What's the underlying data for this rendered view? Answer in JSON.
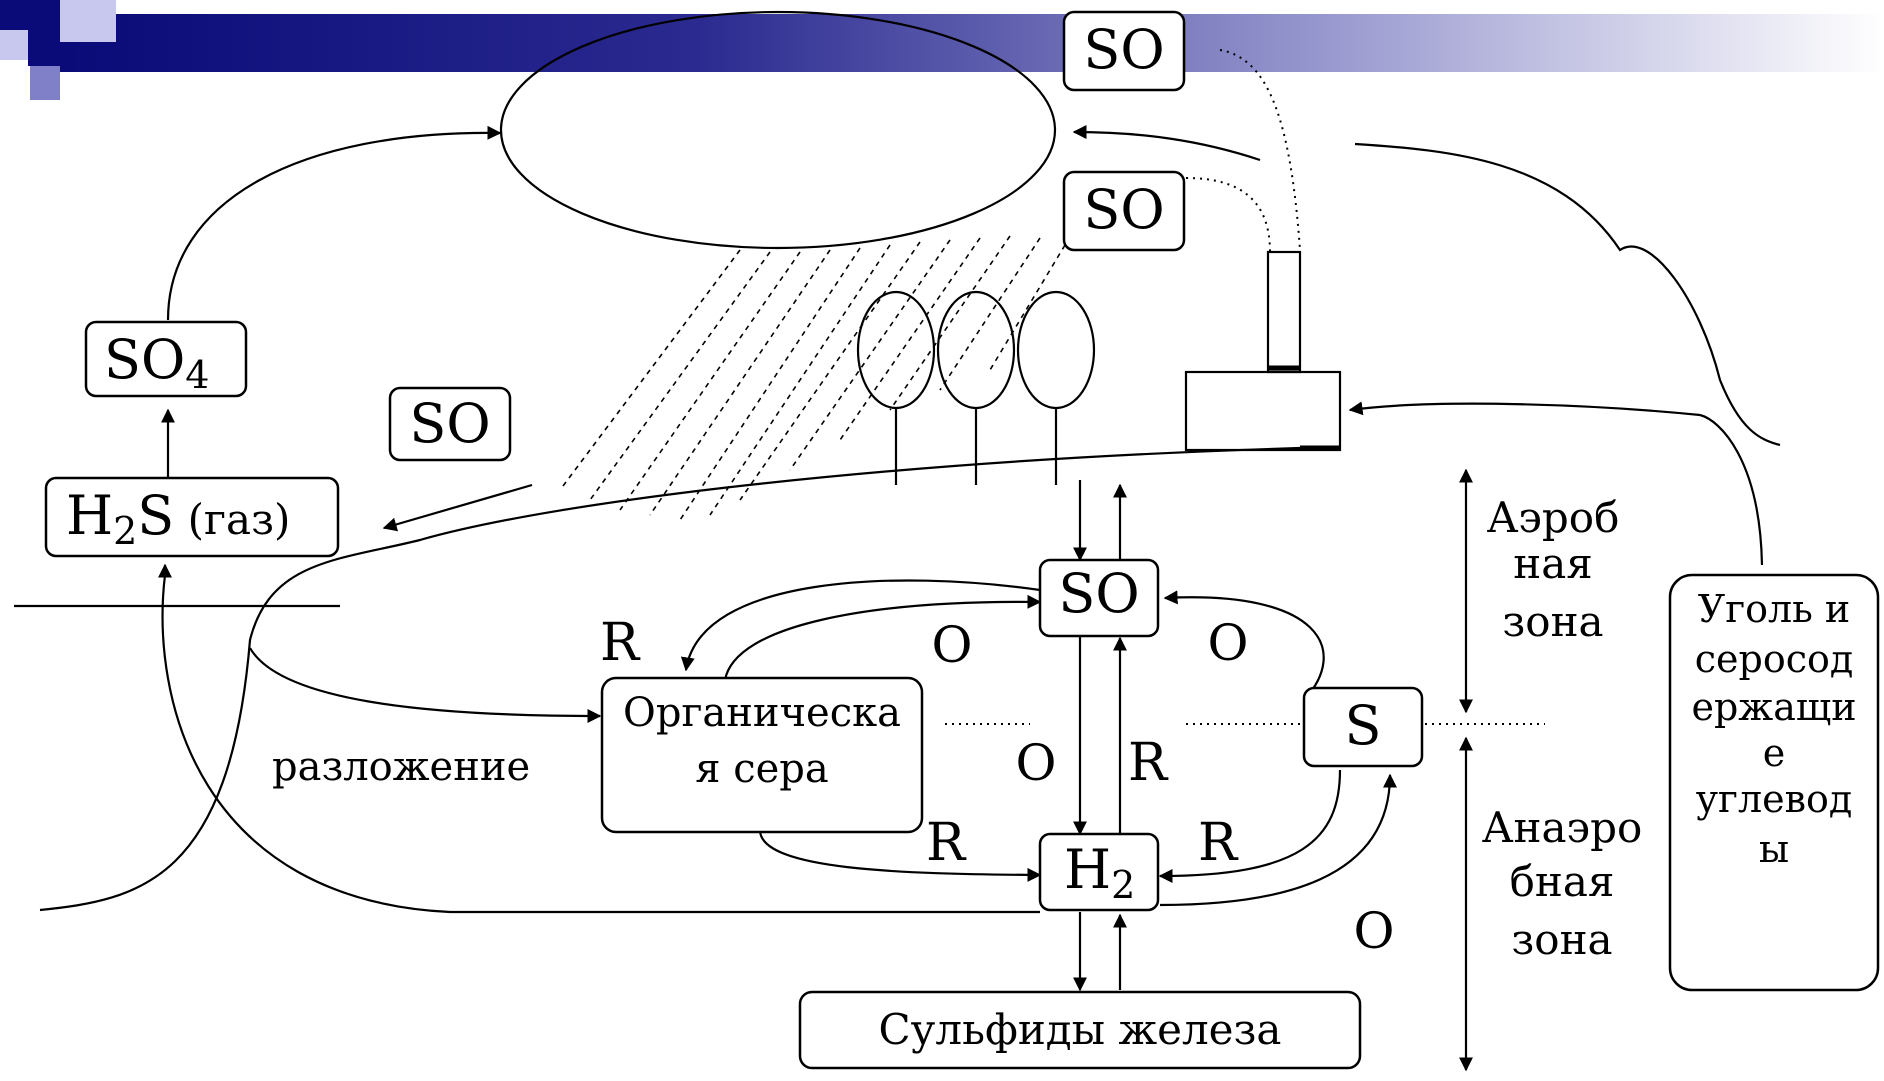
{
  "header": {
    "colors": {
      "dark": "#0a0a78",
      "light": "#ffffff",
      "square_light": "#c8c8ee",
      "square_mid": "#8080c8"
    }
  },
  "diagram": {
    "so_top_1": "SO",
    "so_top_2": "SO",
    "so4_base": "SO",
    "so4_sub": "4",
    "so_left": "SO",
    "h2s_h": "H",
    "h2s_sub": "2",
    "h2s_s": "S",
    "h2s_gas": " (газ)",
    "so_center": "SO",
    "h2_base": "H",
    "h2_sub": "2",
    "organic_line1": "Органическа",
    "organic_line2": "я сера",
    "s_box": "S",
    "sulfides": "Сульфиды железа",
    "decomposition": "разложение",
    "r_top_left": "R",
    "o_top_center": "O",
    "o_top_right": "O",
    "o_middle": "O",
    "r_middle": "R",
    "r_bottom_left": "R",
    "r_bottom_right": "R",
    "o_bottom": "O",
    "aerobic": [
      "Аэроб",
      "ная",
      "зона"
    ],
    "anaerobic": [
      "Анаэро",
      "бная",
      "зона"
    ],
    "coal": [
      "Уголь и",
      "серосод",
      "ержащи",
      "е",
      "углевод",
      "ы"
    ]
  }
}
